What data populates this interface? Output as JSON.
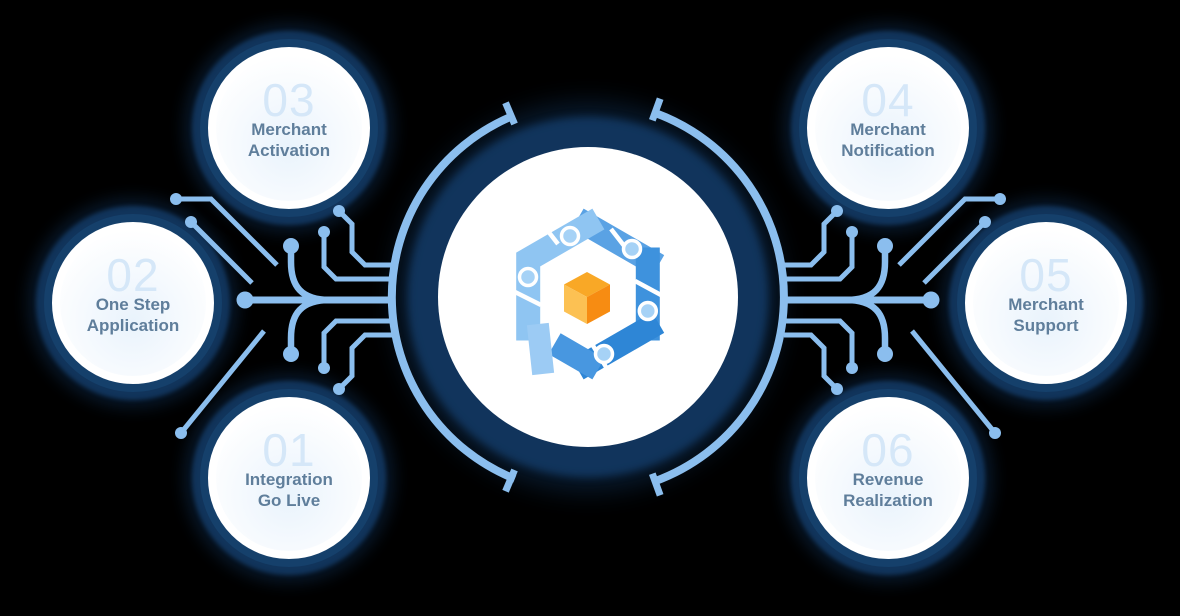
{
  "diagram_type": "hub-and-spoke circuit diagram",
  "hub": {
    "logo_icon": "hexagon-circuit-cube-logo"
  },
  "satellites": [
    {
      "number": "01",
      "label_line1": "Integration",
      "label_line2": "Go Live"
    },
    {
      "number": "02",
      "label_line1": "One Step",
      "label_line2": "Application"
    },
    {
      "number": "03",
      "label_line1": "Merchant",
      "label_line2": "Activation"
    },
    {
      "number": "04",
      "label_line1": "Merchant",
      "label_line2": "Notification"
    },
    {
      "number": "05",
      "label_line1": "Merchant",
      "label_line2": "Support"
    },
    {
      "number": "06",
      "label_line1": "Revenue",
      "label_line2": "Realization"
    }
  ],
  "colors": {
    "background": "#000000",
    "accent_light_blue": "#8BBEEE",
    "navy_ring": "#15406B",
    "navy_glow": "#12365E",
    "label_text": "#5F7E9B",
    "number_watermark": "#D5E7F8",
    "logo_light_blue": "#8FC5F2",
    "logo_dark_blue": "#2E86D6",
    "cube_orange_top": "#F9A826",
    "cube_orange_left": "#FCC153",
    "cube_orange_right": "#F78C12"
  }
}
